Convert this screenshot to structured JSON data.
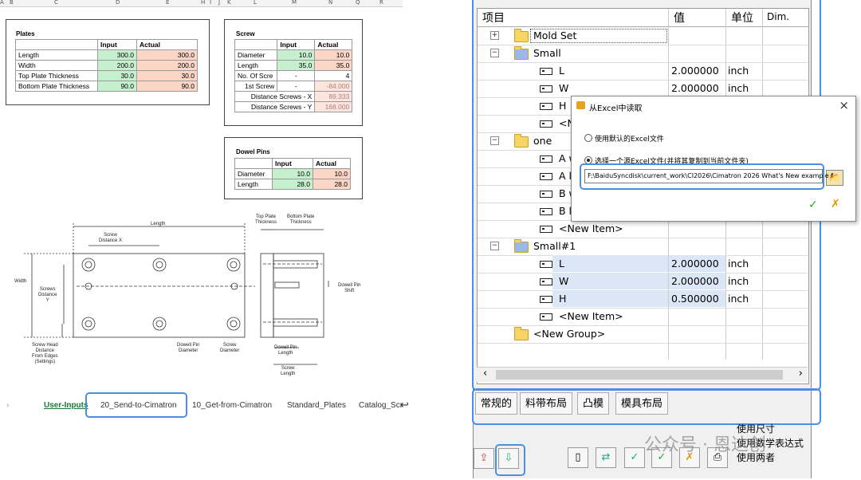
{
  "excel": {
    "col_headers": [
      "A",
      "B",
      "C",
      "D",
      "E",
      "H",
      "I",
      "J",
      "K",
      "L",
      "M",
      "N",
      "Q",
      "R"
    ],
    "plates": {
      "title": "Plates",
      "headers": [
        "",
        "Input",
        "Actual"
      ],
      "rows": [
        {
          "label": "Length",
          "input": "300.0",
          "actual": "300.0"
        },
        {
          "label": "Width",
          "input": "200.0",
          "actual": "200.0"
        },
        {
          "label": "Top Plate Thickness",
          "input": "30.0",
          "actual": "30.0"
        },
        {
          "label": "Bottom Plate Thickness",
          "input": "90.0",
          "actual": "90.0"
        }
      ]
    },
    "screw": {
      "title": "Screw",
      "headers": [
        "",
        "Input",
        "Actual"
      ],
      "rows": [
        {
          "label": "Diameter",
          "input": "10.0",
          "actual": "10.0"
        },
        {
          "label": "Length",
          "input": "35.0",
          "actual": "35.0"
        },
        {
          "label": "No. Of Scre",
          "input": "-",
          "actual": "4"
        },
        {
          "label": "1st Screw",
          "input": "-",
          "actual": "-84.000"
        },
        {
          "label": "Distance Screws - X",
          "input": "",
          "actual": "89.333"
        },
        {
          "label": "Distance Screws - Y",
          "input": "",
          "actual": "168.000"
        }
      ]
    },
    "dowel": {
      "title": "Dowel Pins",
      "headers": [
        "",
        "Input",
        "Actual"
      ],
      "rows": [
        {
          "label": "Diameter",
          "input": "10.0",
          "actual": "10.0"
        },
        {
          "label": "Length",
          "input": "28.0",
          "actual": "28.0"
        }
      ]
    },
    "drawing_labels": {
      "length": "Length",
      "screw_dist_x": "Screw\nDistance X",
      "width": "Width",
      "screws_dist_y": "Screws\nDistance\nY",
      "top_plate": "Top Plate\nThickness",
      "bottom_plate": "Bottom Plate\nThickness",
      "dowel_shift": "Dowell Pin\nShift",
      "head_dist": "Screw Head\nDistance\nFrom Edges\n(Settings)",
      "dowel_dia": "Dowell Pin\nDiameter",
      "screw_dia": "Screw\nDiameter",
      "dowel_len": "Dowell Pin\nLength",
      "screw_len": "Screw\nLength"
    },
    "sheet_tabs": [
      "User-Inputs",
      "20_Send-to-Cimatron",
      "10_Get-from-Cimatron",
      "Standard_Plates",
      "Catalog_Scr"
    ],
    "active_tab": "User-Inputs"
  },
  "app": {
    "columns": [
      "项目",
      "值",
      "单位",
      "Dim."
    ],
    "rows": [
      {
        "name": "Mold Set",
        "type": "folder",
        "value": "",
        "unit": ""
      },
      {
        "name": "Small",
        "type": "folder-open",
        "value": "",
        "unit": ""
      },
      {
        "name": "L",
        "type": "item",
        "value": "2.000000",
        "unit": "inch"
      },
      {
        "name": "W",
        "type": "item",
        "value": "2.000000",
        "unit": "inch"
      },
      {
        "name": "H",
        "type": "item",
        "value": "",
        "unit": ""
      },
      {
        "name": "<Ne",
        "type": "new-item",
        "value": "",
        "unit": ""
      },
      {
        "name": "one",
        "type": "folder",
        "value": "",
        "unit": ""
      },
      {
        "name": "A w",
        "type": "item",
        "value": "",
        "unit": ""
      },
      {
        "name": "A le",
        "type": "item",
        "value": "",
        "unit": ""
      },
      {
        "name": "B w",
        "type": "item",
        "value": "",
        "unit": ""
      },
      {
        "name": "B le",
        "type": "item",
        "value": "",
        "unit": ""
      },
      {
        "name": "<New Item>",
        "type": "new-item",
        "value": "",
        "unit": ""
      },
      {
        "name": "Small#1",
        "type": "folder-open",
        "value": "",
        "unit": ""
      },
      {
        "name": "L",
        "type": "item",
        "value": "2.000000",
        "unit": "inch"
      },
      {
        "name": "W",
        "type": "item",
        "value": "2.000000",
        "unit": "inch"
      },
      {
        "name": "H",
        "type": "item",
        "value": "0.500000",
        "unit": "inch"
      },
      {
        "name": "<New Item>",
        "type": "new-item",
        "value": "",
        "unit": ""
      },
      {
        "name": "<New Group>",
        "type": "new-group",
        "value": "",
        "unit": ""
      }
    ],
    "bottom_tabs": [
      "常规的",
      "料带布局",
      "凸模",
      "模具布局"
    ],
    "options": [
      "使用尺寸",
      "使用数学表达式",
      "使用两者"
    ],
    "watermark": "公众号 · 恩达创"
  },
  "dialog": {
    "title": "从Excel中读取",
    "option_default": "使用默认的Excel文件",
    "option_select": "选择一个源Excel文件(并将其复制到当前文件夹)",
    "path": "F:\\BaiduSyncdisk\\current_work\\CI2026\\Cimatron 2026 What's New example f",
    "close": "×"
  }
}
